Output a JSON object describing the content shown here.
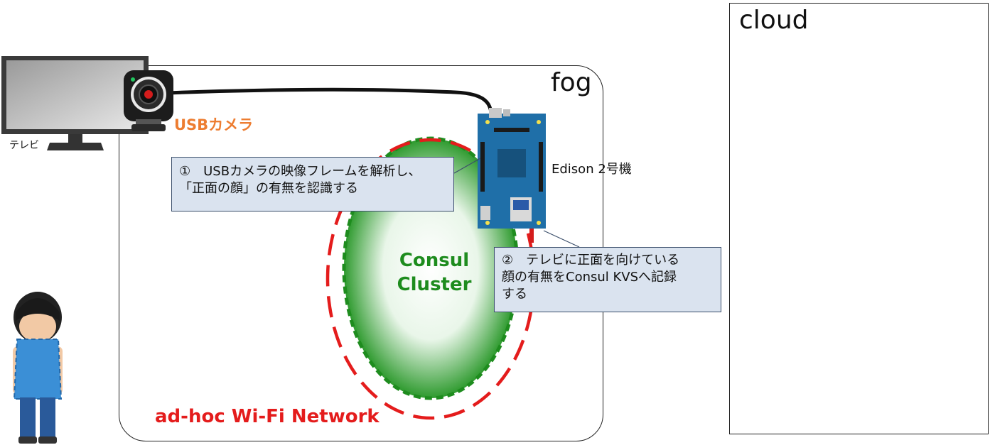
{
  "regions": {
    "fog": "fog",
    "cloud": "cloud"
  },
  "labels": {
    "tv": "テレビ",
    "usb_camera": "USBカメラ",
    "edison": "Edison 2号機",
    "consul_line1": "Consul",
    "consul_line2": "Cluster",
    "network": "ad-hoc Wi-Fi Network"
  },
  "callouts": {
    "step1": "①　USBカメラの映像フレームを解析し、\n「正面の顔」の有無を認識する",
    "step2": "②　テレビに正面を向けている\n顔の有無をConsul KVSへ記録\nする"
  },
  "colors": {
    "consul": "#1e8c1e",
    "network": "#e41c1c",
    "usb_label": "#ed7d31",
    "callout_bg": "#dae3ef",
    "edison_board": "#1f6fa8"
  },
  "icons": {
    "tv": "tv-icon",
    "camera": "webcam-icon",
    "person": "person-icon",
    "board": "edison-board-icon"
  }
}
